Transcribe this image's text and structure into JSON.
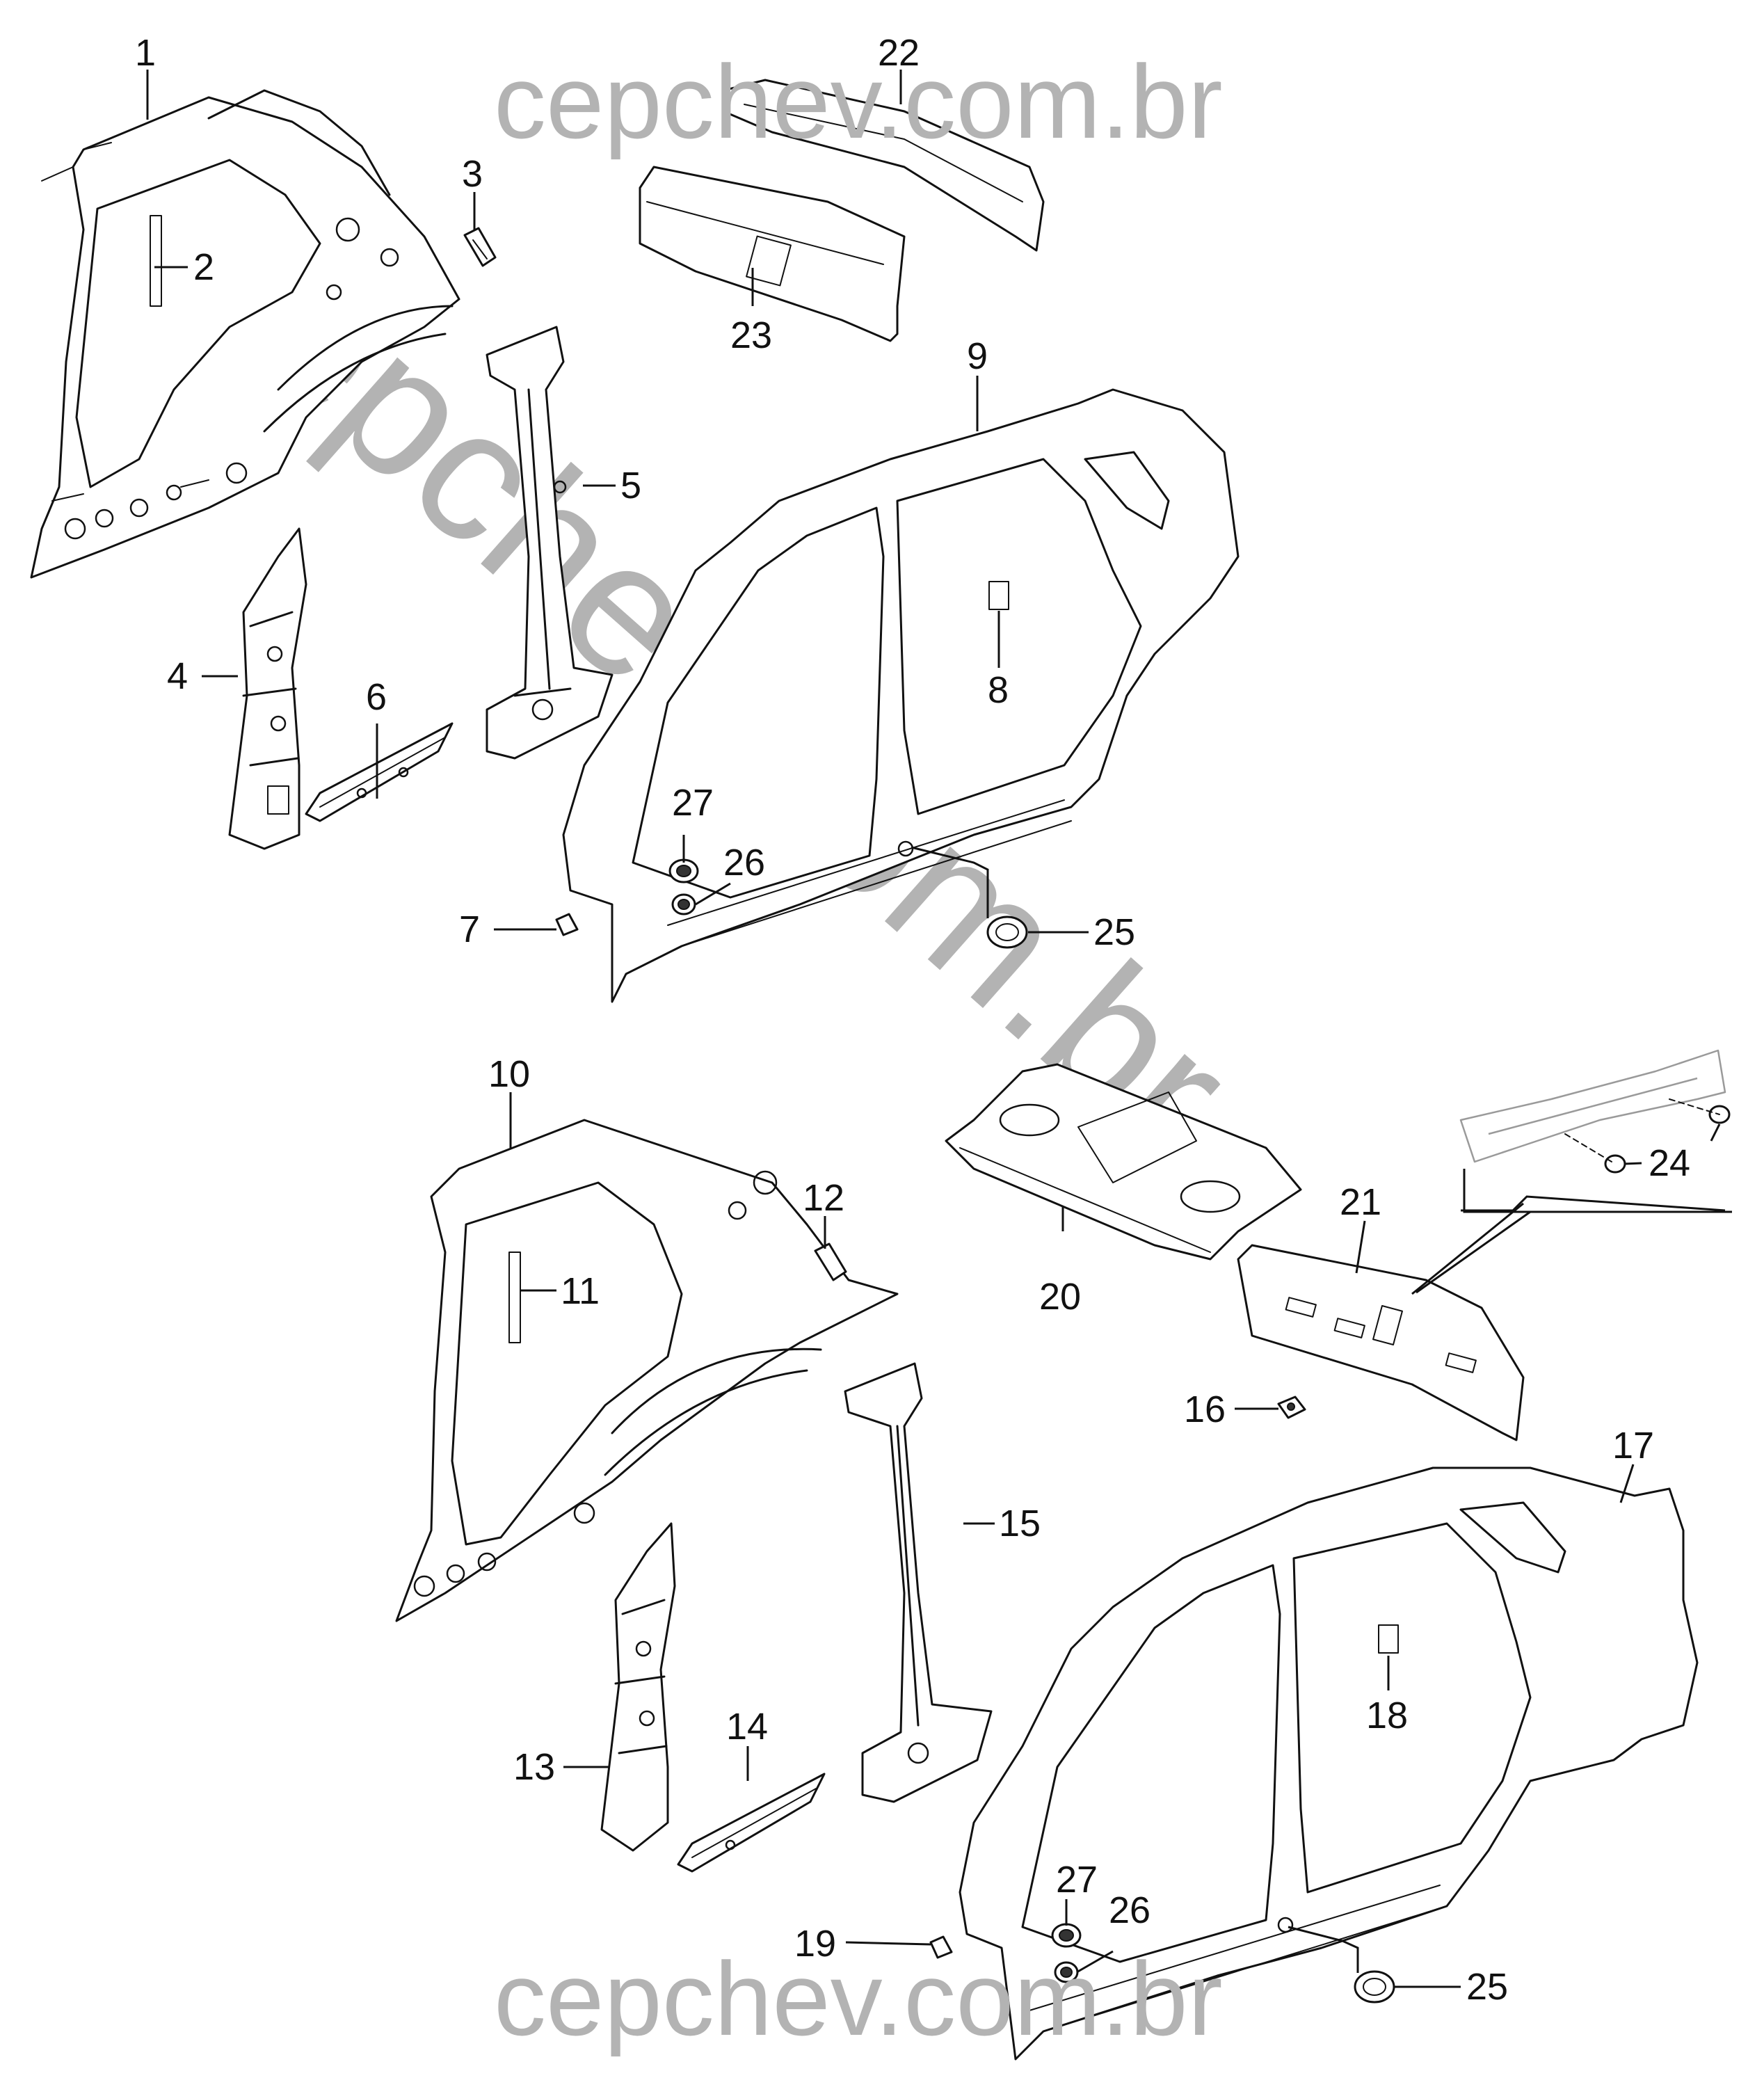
{
  "watermarks": {
    "top": "cepchev.com.br",
    "bottom": "cepchev.com.br",
    "diagonal": "cepchev.com.br"
  },
  "callouts": {
    "c1": "1",
    "c2": "2",
    "c3": "3",
    "c4": "4",
    "c5": "5",
    "c6": "6",
    "c7": "7",
    "c8": "8",
    "c9": "9",
    "c10": "10",
    "c11": "11",
    "c12": "12",
    "c13": "13",
    "c14": "14",
    "c15": "15",
    "c16": "16",
    "c17": "17",
    "c18": "18",
    "c19": "19",
    "c20": "20",
    "c21": "21",
    "c22": "22",
    "c23": "23",
    "c24": "24",
    "c25a": "25",
    "c26a": "26",
    "c27a": "27",
    "c25b": "25",
    "c26b": "26",
    "c27b": "27"
  }
}
